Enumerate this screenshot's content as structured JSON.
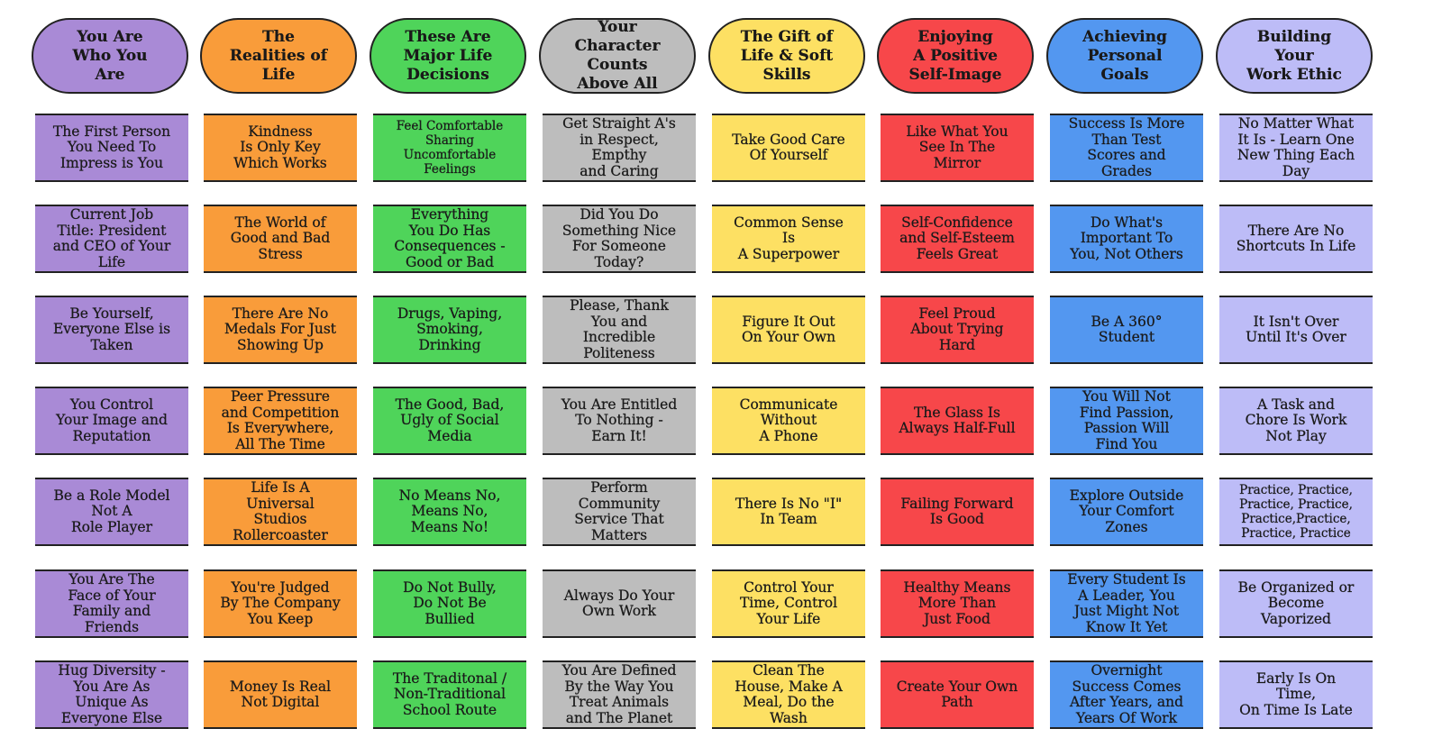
{
  "columns": [
    {
      "title": "You Are\nWho You\nAre",
      "color": "#a98ad6",
      "items": [
        "The First Person\nYou Need To\nImpress is You",
        "Current Job\nTitle: President\nand CEO of Your\nLife",
        "Be Yourself,\nEveryone Else is\nTaken",
        "You Control\nYour Image and\nReputation",
        "Be a Role Model\nNot A\nRole Player",
        "You Are The\nFace of Your\nFamily and\nFriends",
        "Hug Diversity -\nYou Are As\nUnique As\nEveryone Else"
      ]
    },
    {
      "title": "The\nRealities of\nLife",
      "color": "#f99c3a",
      "items": [
        "Kindness\nIs Only Key\nWhich Works",
        "The World of\nGood and Bad\nStress",
        "There Are No\nMedals For Just\nShowing Up",
        "Peer Pressure\nand Competition\nIs Everywhere,\nAll The Time",
        "Life Is A\nUniversal\nStudios\nRollercoaster",
        "You're Judged\nBy The Company\nYou Keep",
        "Money Is Real\nNot Digital"
      ]
    },
    {
      "title": "These Are\nMajor Life\nDecisions",
      "color": "#4fd45a",
      "items": [
        "Feel Comfortable\nSharing\nUncomfortable\nFeelings",
        "Everything\nYou Do Has\nConsequences -\nGood or Bad",
        "Drugs, Vaping,\nSmoking,\nDrinking",
        "The Good, Bad,\nUgly of Social\nMedia",
        "No Means No,\nMeans No,\nMeans No!",
        "Do Not Bully,\nDo Not Be\nBullied",
        "The Traditonal /\nNon-Traditional\nSchool Route"
      ]
    },
    {
      "title": "Your\nCharacter\nCounts\nAbove All",
      "color": "#bdbdbd",
      "items": [
        "Get Straight A's\nin Respect,\nEmpthy\nand Caring",
        "Did You Do\nSomething Nice\nFor Someone\nToday?",
        "Please, Thank\nYou and\nIncredible\nPoliteness",
        "You Are Entitled\nTo Nothing -\nEarn It!",
        "Perform\nCommunity\nService That\nMatters",
        "Always Do Your\nOwn Work",
        "You Are Defined\nBy the Way You\nTreat Animals\nand The Planet"
      ]
    },
    {
      "title": "The Gift of\nLife & Soft\nSkills",
      "color": "#fde063",
      "items": [
        "Take Good Care\nOf Yourself",
        "Common Sense\nIs\nA Superpower",
        "Figure It Out\nOn Your Own",
        "Communicate\nWithout\nA Phone",
        "There Is No \"I\"\nIn Team",
        "Control Your\nTime, Control\nYour Life",
        "Clean The\nHouse, Make A\nMeal, Do the\nWash"
      ]
    },
    {
      "title": "Enjoying\nA Positive\nSelf-Image",
      "color": "#f7474a",
      "items": [
        "Like What You\nSee In The\nMirror",
        "Self-Confidence\nand Self-Esteem\nFeels Great",
        "Feel Proud\nAbout Trying\nHard",
        "The Glass Is\nAlways Half-Full",
        "Failing Forward\nIs Good",
        "Healthy Means\nMore Than\nJust Food",
        "Create Your Own\nPath"
      ]
    },
    {
      "title": "Achieving\nPersonal\nGoals",
      "color": "#5397f0",
      "items": [
        "Success Is More\nThan Test\nScores and\nGrades",
        "Do What's\nImportant To\nYou, Not Others",
        "Be A 360°\nStudent",
        "You Will Not\nFind Passion,\nPassion Will\nFind You",
        "Explore Outside\nYour  Comfort\nZones",
        "Every Student Is\nA Leader, You\nJust Might Not\nKnow It Yet",
        "Overnight\nSuccess Comes\nAfter Years, and\nYears Of Work"
      ]
    },
    {
      "title": "Building\nYour\nWork Ethic",
      "color": "#bdbcf7",
      "items": [
        "No Matter What\nIt Is - Learn One\nNew Thing Each\nDay",
        "There Are No\nShortcuts In Life",
        "It Isn't Over\nUntil It's Over",
        "A Task and\nChore Is Work\nNot Play",
        "Practice, Practice,\nPractice, Practice,\nPractice,Practice,\nPractice, Practice",
        "Be Organized or\nBecome\nVaporized",
        "Early Is On\nTime,\nOn Time Is Late"
      ]
    }
  ]
}
